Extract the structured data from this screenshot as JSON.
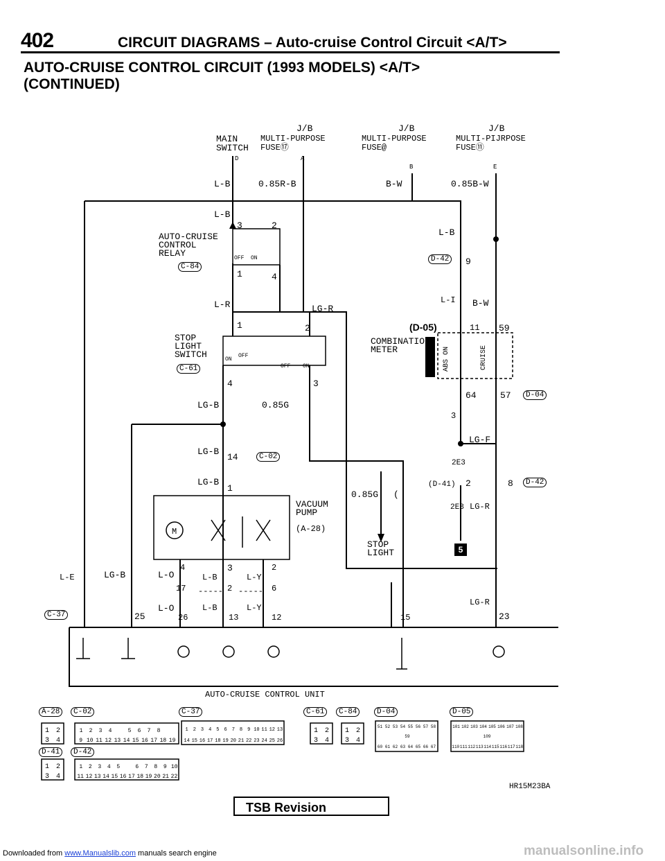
{
  "header": {
    "page_number": "402",
    "title": "CIRCUIT DIAGRAMS – Auto-cruise Control Circuit <A/T>"
  },
  "subtitle": {
    "line1": "AUTO-CRUISE CONTROL CIRCUIT (1993 MODELS) <A/T>",
    "line2": "(CONTINUED)"
  },
  "top": {
    "jb1": "J/B",
    "jb2": "J/B",
    "jb3": "J/B",
    "main_switch_1": "MAIN",
    "main_switch_2": "SWITCH",
    "fuse1_1": "MULTI-PURPOSE",
    "fuse1_2": "FUSE⑰",
    "fuse2_1": "MULTI-PURPOSE",
    "fuse2_2": "FUSE@",
    "fuse3_1": "MULTI-PIJRPOSE",
    "fuse3_2": "FUSE⑪",
    "term_d": "D",
    "term_a": "A",
    "term_b": "B",
    "term_e": "E"
  },
  "wires": {
    "lb_top": "L-B",
    "r085": "0.85R-B",
    "bw_top": "B-W",
    "b085": "0.85B-W",
    "lb2": "L-B",
    "lb_right": "L-B",
    "lr": "L-R",
    "lgr": "LG-R",
    "li": "L-I",
    "bw_mid": "B-W",
    "lgb1": "LG-B",
    "g085": "0.85G",
    "lgb2": "LG-B",
    "lgb3": "LG-B",
    "lgf": "LG-F",
    "g085_2": "0.85G",
    "paren": "(",
    "lgr2": "LG-R",
    "le": "L-E",
    "lgb_left": "LG-B",
    "lo1": "L-O",
    "lb3": "L-B",
    "ly1": "L-Y",
    "lo2": "L-O",
    "lb4": "L-B",
    "ly2": "L-Y",
    "lgr3": "LG-R",
    "dash1": "-----",
    "dash2": "-----"
  },
  "components": {
    "relay_1": "AUTO-CRUISE",
    "relay_2": "CONTROL",
    "relay_3": "RELAY",
    "relay_conn": "C-84",
    "relay_off": "OFF",
    "relay_on": "ON",
    "stop_1": "STOP",
    "stop_2": "LIGHT",
    "stop_3": "SWITCH",
    "stop_conn": "C-61",
    "stop_on": "ON",
    "stop_off": "OFF",
    "stop_off2": "OFF",
    "stop_on2": "ON",
    "meter_conn": "(D-05)",
    "meter_1": "COMBINATION",
    "meter_2": "METER",
    "meter_abs": "ABS ON",
    "meter_cruise": "CRUISE",
    "vac_1": "VACUUM",
    "vac_2": "PUMP",
    "vac_conn": "(A-28)",
    "stoplight_1": "STOP",
    "stoplight_2": "LIGHT",
    "c02": "C-02",
    "d42a": "D-42",
    "d04": "D-04",
    "d42b": "D-42",
    "d41": "(D-41)",
    "c37": "C-37",
    "ecu": "AUTO-CRUISE CONTROL UNIT",
    "ground5": "5"
  },
  "pins": {
    "p3": "3",
    "p2": "2",
    "p1": "1",
    "p4": "4",
    "p9": "9",
    "p1b": "1",
    "p2b": "2",
    "p11": "11",
    "p59": "59",
    "p4b": "4",
    "p3b": "3",
    "p64": "64",
    "p57": "57",
    "p3c": "3",
    "p14": "14",
    "p1c": "1",
    "p2e3a": "2E3",
    "p2c": "2",
    "p8": "8",
    "p2e3b": "2E3",
    "p4c": "4",
    "p3d": "3",
    "p2d": "2",
    "p17": "17",
    "p2e": "2",
    "p6": "6",
    "p25": "25",
    "p26": "26",
    "p13": "13",
    "p12": "12",
    "p15": "15",
    "p23": "23"
  },
  "connectors": {
    "a28": "A-28",
    "c02": "C-02",
    "c37": "C-37",
    "c61": "C-61",
    "c84": "C-84",
    "d04": "D-04",
    "d05": "D-05",
    "d41": "D-41",
    "d42": "D-42",
    "a28_cells": [
      "1",
      "2",
      "3",
      "4"
    ],
    "c02_row1": [
      "1",
      "2",
      "3",
      "4",
      "",
      "5",
      "6",
      "7",
      "8"
    ],
    "c02_row2": [
      "9",
      "10",
      "11",
      "12",
      "13",
      "14",
      "15",
      "16",
      "17",
      "18",
      "19"
    ],
    "c37_row1": [
      "1",
      "2",
      "3",
      "4",
      "5",
      "6",
      "7",
      "8",
      "9",
      "10",
      "11",
      "12",
      "13"
    ],
    "c37_row2": [
      "14",
      "15",
      "16",
      "17",
      "18",
      "19",
      "20",
      "21",
      "22",
      "23",
      "24",
      "25",
      "26"
    ],
    "c61_cells": [
      "1",
      "2",
      "3",
      "4"
    ],
    "c84_cells": [
      "1",
      "2",
      "3",
      "4"
    ],
    "d04_row1": [
      "51",
      "52",
      "53",
      "54",
      "55",
      "56",
      "57",
      "58"
    ],
    "d04_mid": "59",
    "d04_row2": [
      "60",
      "61",
      "62",
      "63",
      "64",
      "65",
      "66",
      "67"
    ],
    "d05_row1": [
      "101",
      "102",
      "103",
      "104",
      "105",
      "106",
      "107",
      "108"
    ],
    "d05_mid": "109",
    "d05_row2": [
      "110",
      "111",
      "112",
      "113",
      "114",
      "115",
      "116",
      "117",
      "118"
    ],
    "d41_cells": [
      "1",
      "2",
      "3",
      "4"
    ],
    "d42_row1": [
      "1",
      "2",
      "3",
      "4",
      "5",
      "",
      "6",
      "7",
      "8",
      "9",
      "10"
    ],
    "d42_row2": [
      "11",
      "12",
      "13",
      "14",
      "15",
      "16",
      "17",
      "18",
      "19",
      "20",
      "21",
      "22"
    ]
  },
  "code": "HR15M23BA",
  "tsb": "TSB Revision",
  "footer": {
    "prefix": "Downloaded from ",
    "link": "www.Manualslib.com",
    "suffix": " manuals search engine",
    "watermark": "manualsonline.info"
  }
}
